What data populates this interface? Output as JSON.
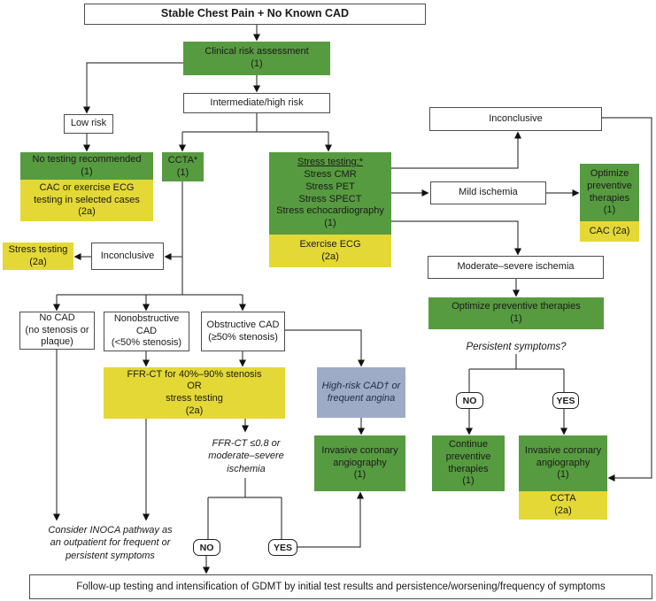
{
  "palette": {
    "green": "#579B40",
    "yellow": "#E4D836",
    "slate": "#9DABC6",
    "line": "#404040"
  },
  "nodes": {
    "title": {
      "text": "Stable Chest Pain + No Known CAD"
    },
    "clinical_risk": {
      "lines": [
        "Clinical risk assessment",
        "(1)"
      ]
    },
    "low_risk": {
      "text": "Low risk"
    },
    "intermediate_high_risk": {
      "text": "Intermediate/high risk"
    },
    "no_testing": {
      "green": [
        "No testing recommended",
        "(1)"
      ],
      "yellow": [
        "CAC or exercise ECG",
        "testing in selected cases",
        "(2a)"
      ]
    },
    "ccta": {
      "green": [
        "CCTA*",
        "(1)"
      ]
    },
    "stress_testing": {
      "heading": "Stress testing:*",
      "green": [
        "Stress CMR",
        "Stress PET",
        "Stress SPECT",
        "Stress echocardiography",
        "(1)"
      ],
      "yellow": [
        "Exercise ECG",
        "(2a)"
      ]
    },
    "stress_testing_2a": {
      "yellow": [
        "Stress testing",
        "(2a)"
      ]
    },
    "inconclusive_left": {
      "text": "Inconclusive"
    },
    "inconclusive_right": {
      "text": "Inconclusive"
    },
    "mild_ischemia": {
      "text": "Mild ischemia"
    },
    "optimize_mild": {
      "green": [
        "Optimize",
        "preventive",
        "therapies",
        "(1)"
      ],
      "yellow": [
        "CAC (2a)"
      ]
    },
    "moderate_severe_ischemia": {
      "text": "Moderate–severe ischemia"
    },
    "optimize_modsevere": {
      "green": [
        "Optimize preventive therapies",
        "(1)"
      ]
    },
    "persistent_symptoms": {
      "text": "Persistent symptoms?"
    },
    "no_right": {
      "text": "NO"
    },
    "yes_right": {
      "text": "YES"
    },
    "continue_preventive": {
      "green": [
        "Continue",
        "preventive",
        "therapies",
        "(1)"
      ]
    },
    "invasive_right": {
      "green": [
        "Invasive coronary",
        "angiography",
        "(1)"
      ],
      "yellow": [
        "CCTA",
        "(2a)"
      ]
    },
    "no_cad": {
      "lines": [
        "No CAD",
        "(no stenosis or",
        "plaque)"
      ]
    },
    "nonobstructive_cad": {
      "lines": [
        "Nonobstructive",
        "CAD",
        "(<50% stenosis)"
      ]
    },
    "obstructive_cad": {
      "lines": [
        "Obstructive CAD",
        "(≥50% stenosis)"
      ]
    },
    "ffr_ct": {
      "yellow": [
        "FFR-CT for 40%–90% stenosis",
        "OR",
        "stress testing",
        "(2a)"
      ]
    },
    "high_risk_cad": {
      "lines": [
        "High-risk CAD† or",
        "frequent angina"
      ]
    },
    "invasive_left": {
      "green": [
        "Invasive coronary",
        "angiography",
        "(1)"
      ]
    },
    "ffr_ct_criteria": {
      "lines": [
        "FFR-CT ≤0.8 or",
        "moderate–severe",
        "ischemia"
      ]
    },
    "no_left": {
      "text": "NO"
    },
    "yes_left": {
      "text": "YES"
    },
    "inoca": {
      "lines": [
        "Consider INOCA pathway as",
        "an outpatient for frequent or",
        "persistent symptoms"
      ]
    },
    "footer": {
      "text": "Follow-up testing and intensification of GDMT by initial test results and persistence/worsening/frequency of symptoms"
    }
  }
}
